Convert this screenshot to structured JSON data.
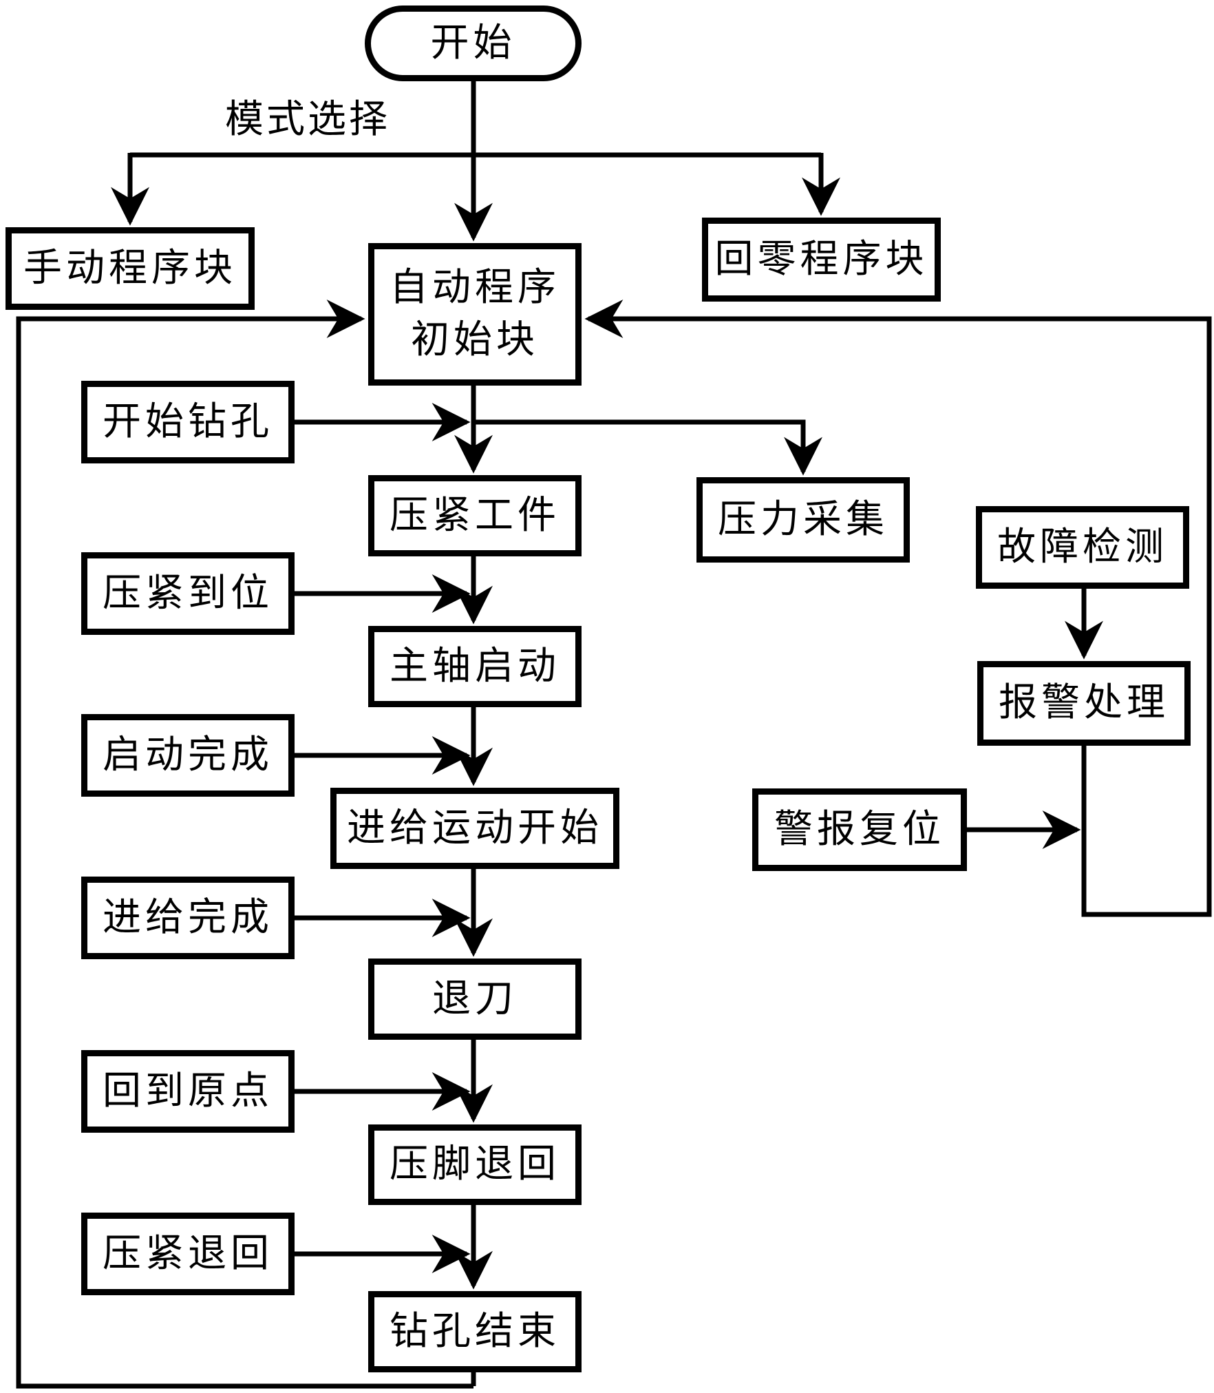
{
  "diagram_type": "flowchart",
  "colors": {
    "background": "#ffffff",
    "line": "#000000",
    "text": "#000000"
  },
  "labels": {
    "mode_select": "模式选择"
  },
  "nodes": {
    "start": "开始",
    "manual_block": "手动程序块",
    "home_block": "回零程序块",
    "auto_init": {
      "line1": "自动程序",
      "line2": "初始块"
    },
    "start_drilling": "开始钻孔",
    "clamp_workpiece": "压紧工件",
    "clamp_in_place": "压紧到位",
    "spindle_start": "主轴启动",
    "start_complete": "启动完成",
    "feed_motion_start": "进给运动开始",
    "feed_complete": "进给完成",
    "retract_tool": "退刀",
    "return_to_origin": "回到原点",
    "presser_foot_return": "压脚退回",
    "clamp_return": "压紧退回",
    "drilling_end": "钻孔结束",
    "pressure_acquisition": "压力采集",
    "fault_detection": "故障检测",
    "alarm_handling": "报警处理",
    "alarm_reset": "警报复位"
  }
}
